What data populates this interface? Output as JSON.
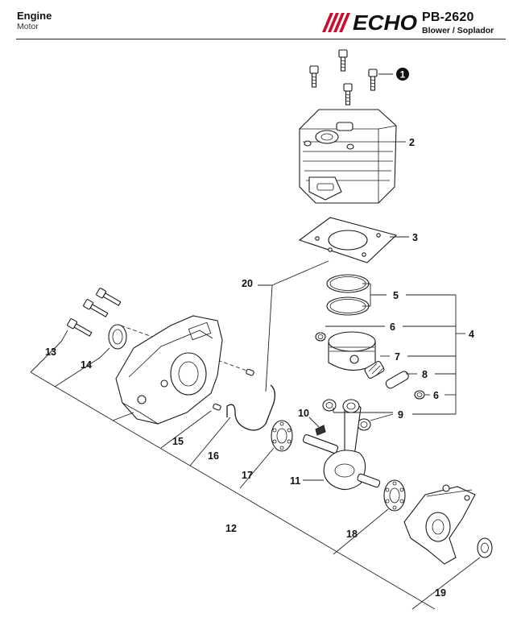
{
  "header": {
    "section_title": "Engine",
    "section_subtitle": "Motor",
    "brand_logo_text": "ECHO",
    "model": "PB-2620",
    "model_subtitle": "Blower / Soplador"
  },
  "callouts": [
    {
      "id": "1",
      "text": "1",
      "style": "filled-circle"
    },
    {
      "id": "2",
      "text": "2"
    },
    {
      "id": "3",
      "text": "3"
    },
    {
      "id": "4",
      "text": "4"
    },
    {
      "id": "5",
      "text": "5"
    },
    {
      "id": "6a",
      "text": "6"
    },
    {
      "id": "6b",
      "text": "6"
    },
    {
      "id": "7",
      "text": "7"
    },
    {
      "id": "8",
      "text": "8"
    },
    {
      "id": "9",
      "text": "9"
    },
    {
      "id": "10",
      "text": "10"
    },
    {
      "id": "11",
      "text": "11"
    },
    {
      "id": "12",
      "text": "12"
    },
    {
      "id": "13",
      "text": "13"
    },
    {
      "id": "14",
      "text": "14"
    },
    {
      "id": "15",
      "text": "15"
    },
    {
      "id": "16",
      "text": "16"
    },
    {
      "id": "17",
      "text": "17"
    },
    {
      "id": "18",
      "text": "18"
    },
    {
      "id": "19",
      "text": "19"
    },
    {
      "id": "20",
      "text": "20"
    }
  ]
}
